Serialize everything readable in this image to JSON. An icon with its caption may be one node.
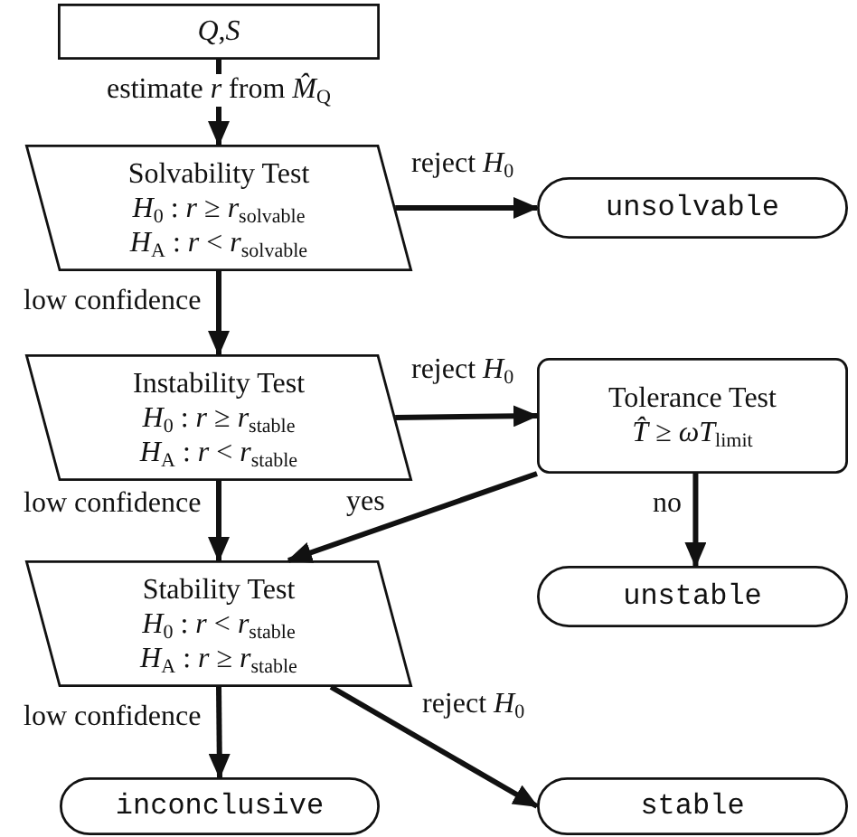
{
  "diagram": {
    "nodes": [
      {
        "text": [
          "*Q*,*S*"
        ]
      },
      {
        "text": [
          "Solvability Test",
          "*H*$_{0}$ : *r* ≥ *r*$_{solvable}$",
          "*H*$_{A}$ : *r* < *r*$_{solvable}$"
        ]
      },
      {
        "text": [
          "unsolvable"
        ]
      },
      {
        "text": [
          "Instability Test",
          "*H*$_{0}$ : *r* ≥ *r*$_{stable}$",
          "*H*$_{A}$ : *r* < *r*$_{stable}$"
        ]
      },
      {
        "text": [
          "Tolerance Test",
          "*T̂* ≥ *ωT*$_{limit}$"
        ]
      },
      {
        "text": [
          "Stability Test",
          "*H*$_{0}$ : *r* < *r*$_{stable}$",
          "*H*$_{A}$ : *r* ≥ *r*$_{stable}$"
        ]
      },
      {
        "text": [
          "unstable"
        ]
      },
      {
        "text": [
          "inconclusive"
        ]
      },
      {
        "text": [
          "stable"
        ]
      }
    ],
    "edges": [
      {
        "from": 0,
        "to": 1,
        "arrow": "to",
        "label": "estimate *r* from *M̂*$_{Q}$"
      },
      {
        "from": 1,
        "to": 2,
        "arrow": "to",
        "label": "reject *H*$_{0}$"
      },
      {
        "from": 1,
        "to": 3,
        "arrow": "to",
        "label": "low confidence"
      },
      {
        "from": 3,
        "to": 4,
        "arrow": "to",
        "label": "reject *H*$_{0}$"
      },
      {
        "from": 4,
        "to": 5,
        "arrow": "to",
        "label": "yes"
      },
      {
        "from": 4,
        "to": 6,
        "arrow": "to",
        "label": "no"
      },
      {
        "from": 3,
        "to": 5,
        "arrow": "to",
        "label": "low confidence"
      },
      {
        "from": 5,
        "to": 7,
        "arrow": "to",
        "label": "low confidence"
      },
      {
        "from": 5,
        "to": 8,
        "arrow": "to",
        "label": "reject *H*$_{0}$"
      }
    ]
  }
}
